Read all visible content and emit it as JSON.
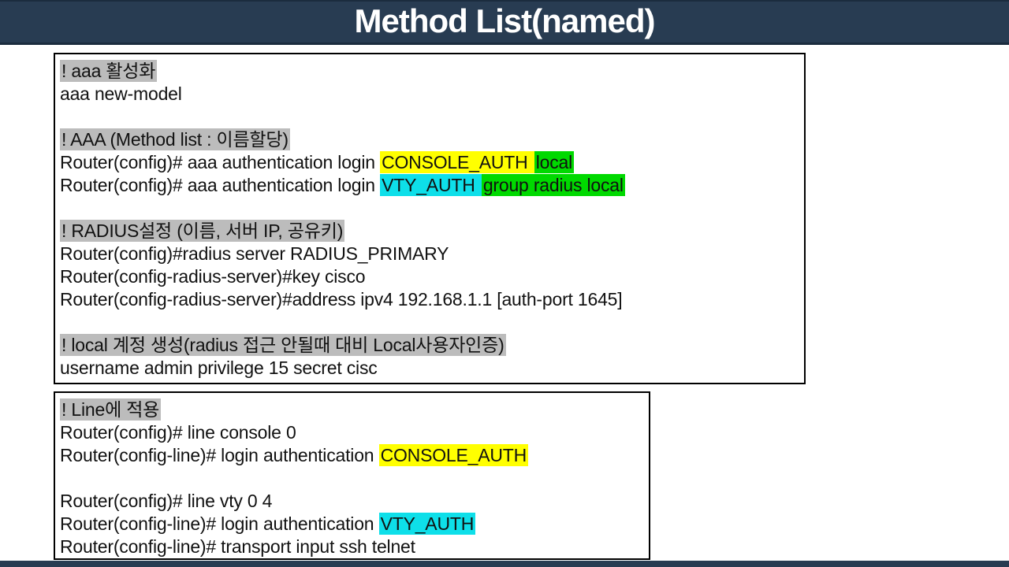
{
  "title": "Method List(named)",
  "colors": {
    "header_bg": "#283c52",
    "header_border": "#1b2c3e",
    "bottom_bar": "#283c52",
    "highlight_gray": "#bcbcbc",
    "highlight_yellow": "#ffff00",
    "highlight_green": "#00d900",
    "highlight_cyan": "#0edfe9",
    "text": "#111111"
  },
  "boxes": [
    {
      "name": "aaa-method-list-box",
      "lines": [
        [
          {
            "t": "! aaa 활성화",
            "h": "gray"
          }
        ],
        [
          {
            "t": "aaa new-model",
            "h": "none"
          }
        ],
        [],
        [
          {
            "t": "! AAA (Method list : 이름할당)",
            "h": "gray"
          }
        ],
        [
          {
            "t": "Router(config)# aaa authentication login ",
            "h": "none"
          },
          {
            "t": "CONSOLE_AUTH ",
            "h": "yellow"
          },
          {
            "t": "local",
            "h": "green"
          }
        ],
        [
          {
            "t": "Router(config)# aaa authentication login ",
            "h": "none"
          },
          {
            "t": "VTY_AUTH ",
            "h": "cyan"
          },
          {
            "t": "group radius local",
            "h": "green"
          }
        ],
        [],
        [
          {
            "t": "! RADIUS설정 (이름, 서버 IP, 공유키)",
            "h": "gray"
          }
        ],
        [
          {
            "t": "Router(config)#radius server RADIUS_PRIMARY",
            "h": "none"
          }
        ],
        [
          {
            "t": "Router(config-radius-server)#key cisco",
            "h": "none"
          }
        ],
        [
          {
            "t": "Router(config-radius-server)#address ipv4 192.168.1.1 [auth-port 1645]",
            "h": "none"
          }
        ],
        [],
        [
          {
            "t": "! local 계정 생성(radius 접근 안될때 대비 Local사용자인증)",
            "h": "gray"
          }
        ],
        [
          {
            "t": "username admin privilege 15 secret cisc",
            "h": "none"
          }
        ]
      ]
    },
    {
      "name": "line-apply-box",
      "lines": [
        [
          {
            "t": "! Line에 적용",
            "h": "gray"
          }
        ],
        [
          {
            "t": "Router(config)# line console 0",
            "h": "none"
          }
        ],
        [
          {
            "t": "Router(config-line)# login authentication ",
            "h": "none"
          },
          {
            "t": "CONSOLE_AUTH",
            "h": "yellow"
          }
        ],
        [],
        [
          {
            "t": "Router(config)# line vty 0 4",
            "h": "none"
          }
        ],
        [
          {
            "t": "Router(config-line)# login authentication ",
            "h": "none"
          },
          {
            "t": "VTY_AUTH",
            "h": "cyan"
          }
        ],
        [
          {
            "t": "Router(config-line)# transport input ssh telnet",
            "h": "none"
          }
        ]
      ]
    }
  ]
}
